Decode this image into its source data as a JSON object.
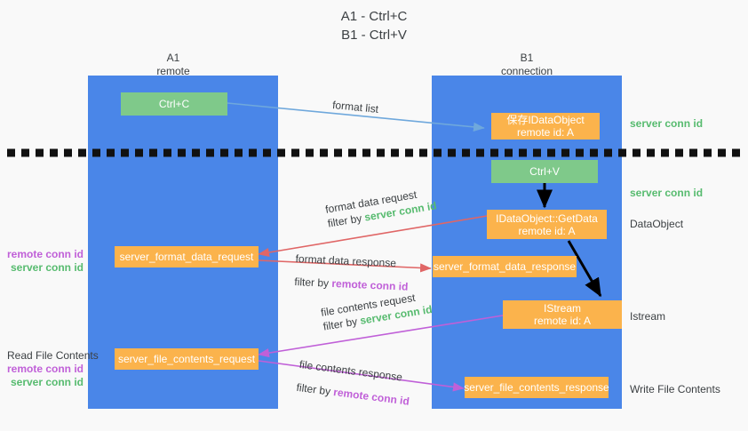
{
  "title": {
    "line1": "A1 - Ctrl+C",
    "line2": "B1 - Ctrl+V"
  },
  "columns": {
    "left": {
      "name": "A1",
      "role": "remote"
    },
    "right": {
      "name": "B1",
      "role": "connection"
    }
  },
  "colors": {
    "panel": "#4a86e8",
    "green_box": "#7fc98a",
    "orange_box": "#fbb34c",
    "server_conn_text": "#57bb6f",
    "remote_conn_text": "#c060d8",
    "arrow_blue": "#6fa8dc",
    "arrow_red": "#e06666",
    "arrow_purple": "#c060d8",
    "arrow_black": "#000000",
    "background": "#f9f9f9"
  },
  "nodes": {
    "ctrl_c": {
      "label": "Ctrl+C"
    },
    "ctrl_v": {
      "label": "Ctrl+V"
    },
    "save_idataobject": {
      "line1": "保存IDataObject",
      "line2": "remote id: A"
    },
    "getdata": {
      "line1": "IDataObject::GetData",
      "line2": "remote id: A"
    },
    "istream": {
      "line1": "IStream",
      "line2": "remote id: A"
    },
    "server_format_data_request": {
      "label": "server_format_data_request"
    },
    "server_format_data_response": {
      "label": "server_format_data_response"
    },
    "server_file_contents_request": {
      "label": "server_file_contents_request"
    },
    "server_file_contents_response": {
      "label": "server_file_contents_response"
    }
  },
  "edge_labels": {
    "format_list": "format list",
    "format_data_request": "format data request",
    "format_data_request_filter_prefix": "filter by ",
    "format_data_request_filter_value": "server conn id",
    "format_data_response": "format data response",
    "format_data_response_filter_prefix": "filter by ",
    "format_data_response_filter_value": "remote conn id",
    "file_contents_request": "file contents request",
    "file_contents_request_filter_prefix": "filter by ",
    "file_contents_request_filter_value": "server conn id",
    "file_contents_response": "file contents response",
    "file_contents_response_filter_prefix": "filter by ",
    "file_contents_response_filter_value": "remote conn id"
  },
  "right_labels": {
    "server_conn_id_top": "server conn id",
    "server_conn_id_mid": "server conn id",
    "dataobject": "DataObject",
    "istream": "Istream",
    "write_file_contents": "Write File Contents"
  },
  "left_labels": {
    "format_remote": "remote conn id",
    "format_server": "server conn id",
    "read_file_contents": "Read File Contents",
    "file_remote": "remote conn id",
    "file_server": "server conn id"
  }
}
